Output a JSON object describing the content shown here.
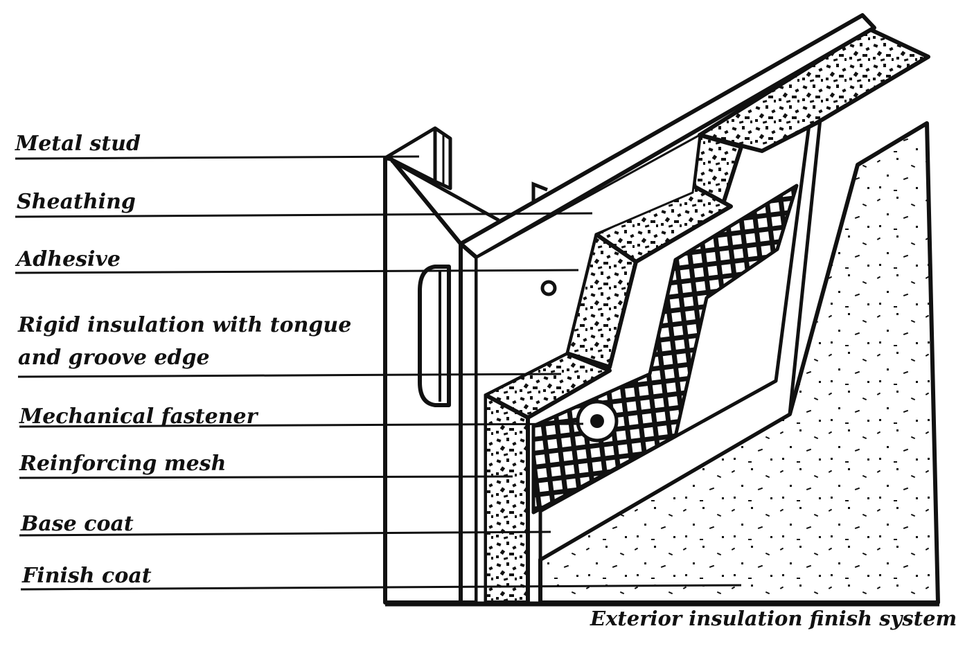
{
  "labels": {
    "metal_stud": "Metal stud",
    "sheathing": "Sheathing",
    "adhesive": "Adhesive",
    "rigid_insulation_line1": "Rigid insulation with tongue",
    "rigid_insulation_line2": "and groove edge",
    "mechanical_fastener": "Mechanical fastener",
    "reinforcing_mesh": "Reinforcing mesh",
    "base_coat": "Base coat",
    "finish_coat": "Finish coat"
  },
  "caption": "Exterior insulation finish system",
  "colors": {
    "ink": "#111111",
    "paper": "#ffffff"
  }
}
